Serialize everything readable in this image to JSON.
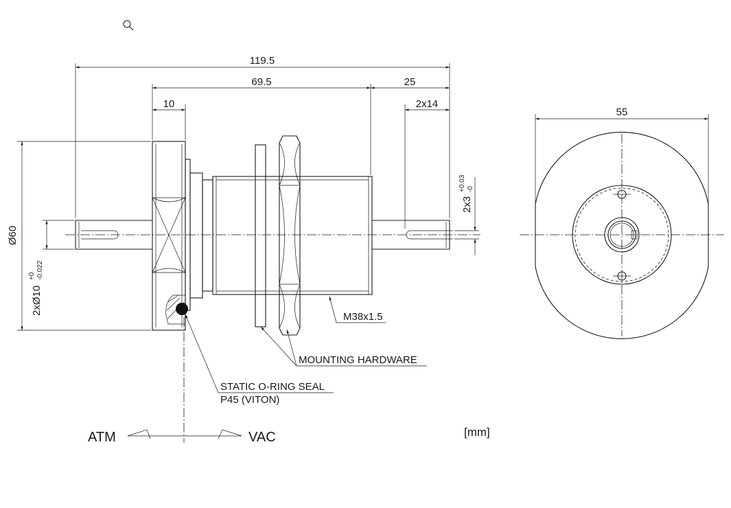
{
  "icons": {
    "zoom": "magnifier-icon"
  },
  "dimensions": {
    "overall_length": "119.5",
    "body_length": "69.5",
    "shaft_end": "25",
    "flange_width": "10",
    "key_length": "2x14",
    "diameter": "Ø60",
    "shaft_dia_base": "2xØ10",
    "shaft_dia_tol_upper": "+0",
    "shaft_dia_tol_lower": "-0.022",
    "key_width_base": "2x3",
    "key_width_tol_upper": "+0.03",
    "key_width_tol_lower": "-0",
    "end_view_width": "55"
  },
  "callouts": {
    "thread": "M38x1.5",
    "mounting": "MOUNTING HARDWARE",
    "seal_line1": "STATIC O-RING SEAL",
    "seal_line2": "P45 (VITON)"
  },
  "sides": {
    "atm": "ATM",
    "vac": "VAC"
  },
  "units": "[mm]"
}
